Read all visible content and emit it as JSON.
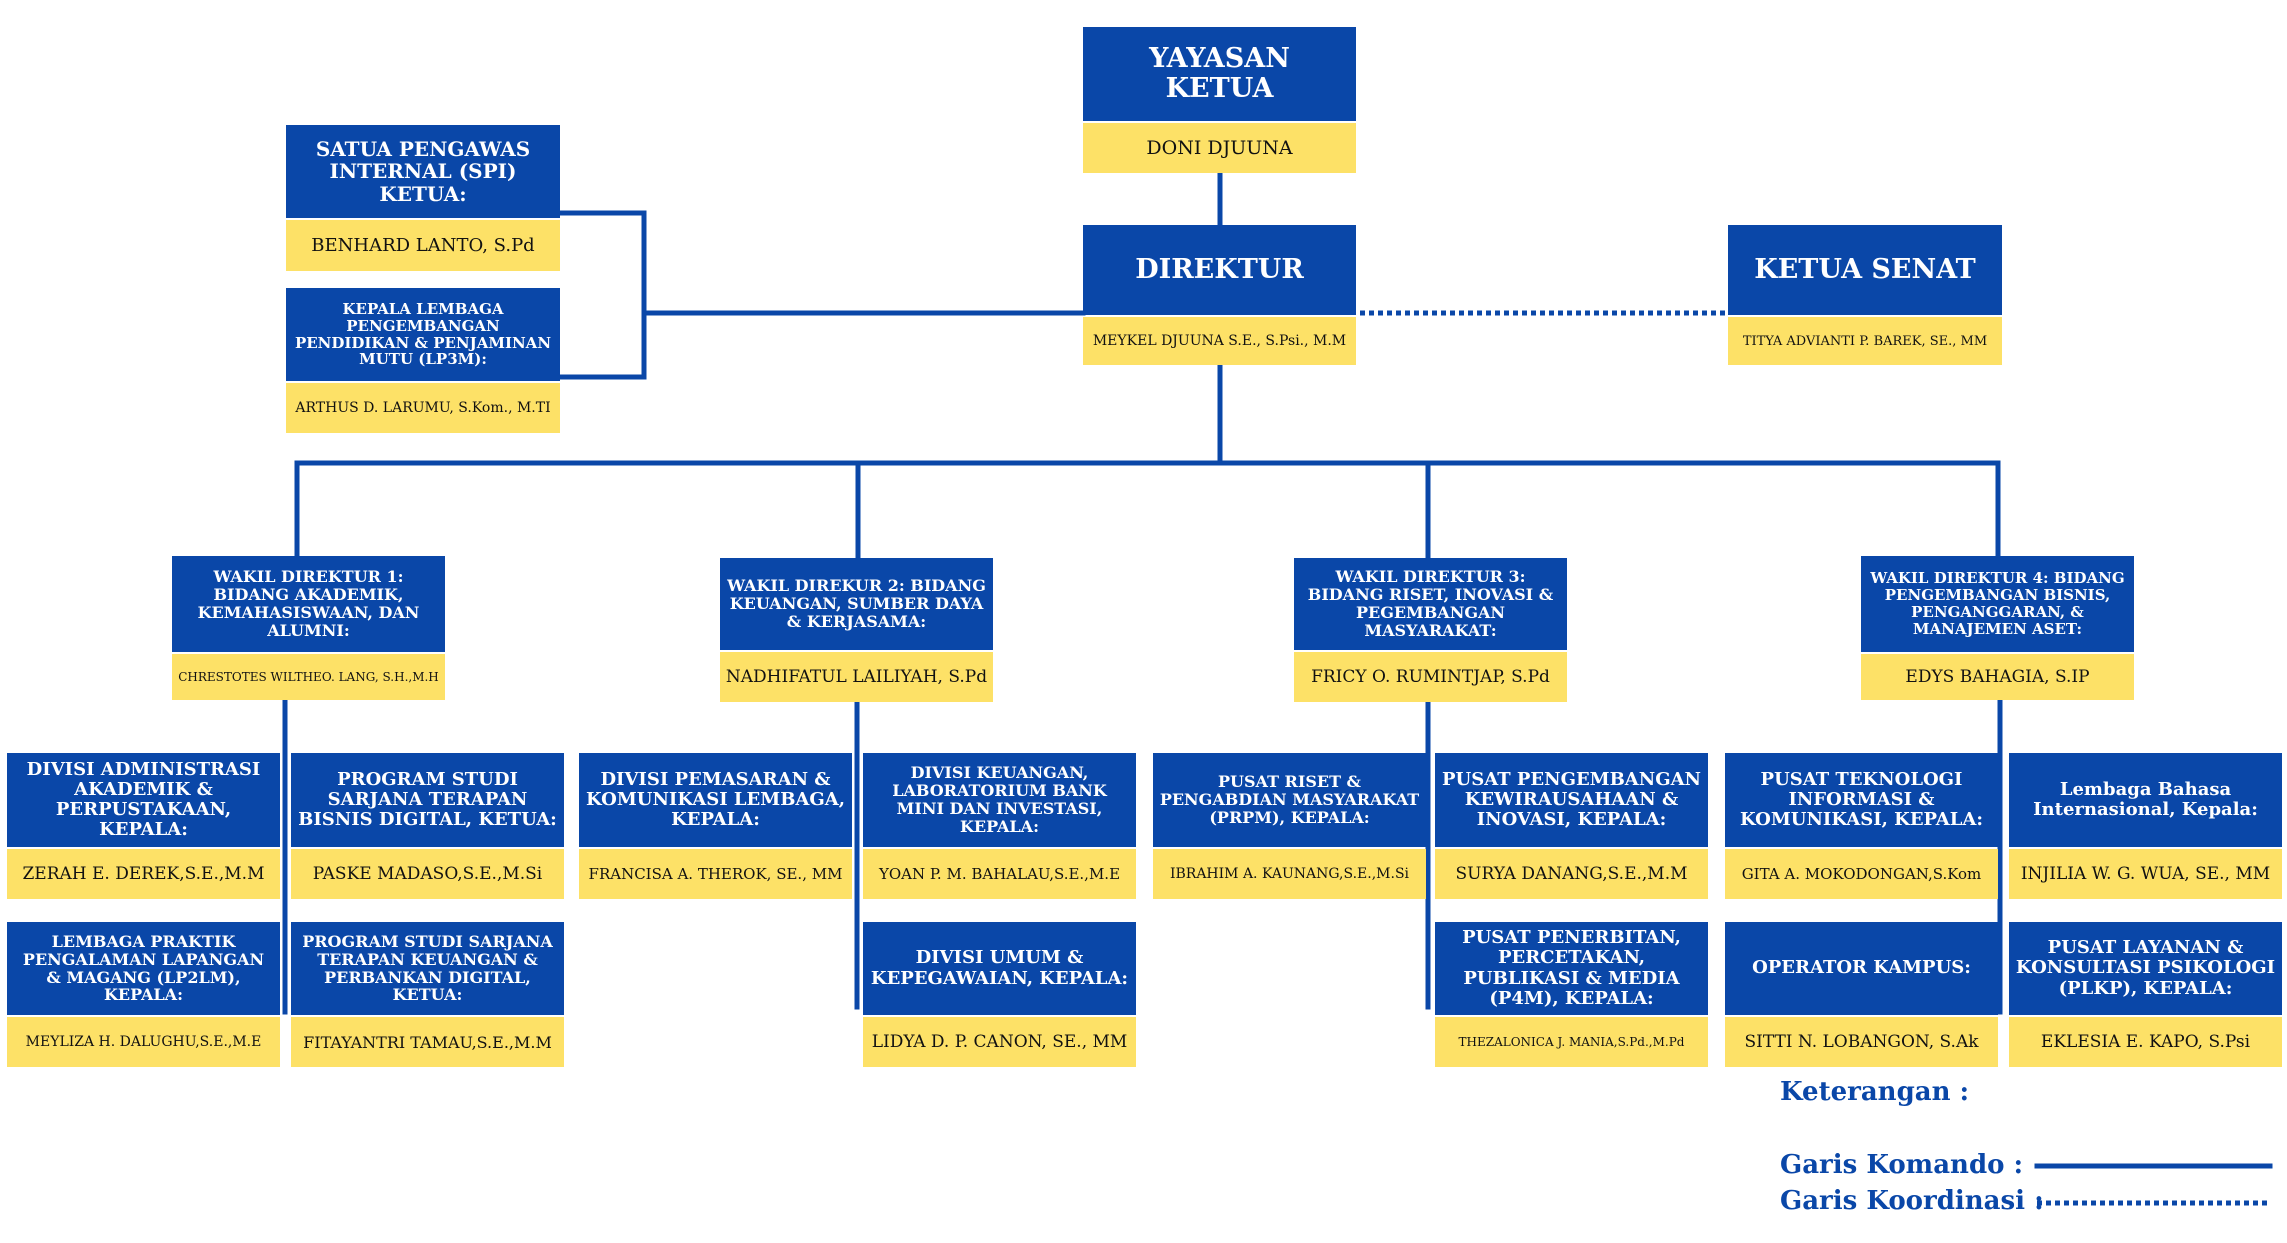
{
  "colors": {
    "blue": "#0a47a8",
    "yellow": "#fde167",
    "line": "#0a47a8",
    "text_on_blue": "#ffffff"
  },
  "boxes": {
    "yayasan": {
      "title": "YAYASAN\nKETUA",
      "name": "DONI DJUUNA"
    },
    "direktur": {
      "title": "DIREKTUR",
      "name": "MEYKEL DJUUNA S.E., S.Psi., M.M"
    },
    "senat": {
      "title": "KETUA SENAT",
      "name": "TITYA ADVIANTI P. BAREK, SE., MM"
    },
    "spi": {
      "title": "SATUA PENGAWAS INTERNAL (SPI) KETUA:",
      "name": "BENHARD LANTO, S.Pd"
    },
    "lp3m": {
      "title": "KEPALA LEMBAGA PENGEMBANGAN PENDIDIKAN & PENJAMINAN MUTU (LP3M):",
      "name": "ARTHUS D. LARUMU, S.Kom., M.TI"
    },
    "wd1": {
      "title": "WAKIL DIREKTUR 1: BIDANG AKADEMIK, KEMAHASISWAAN, DAN ALUMNI:",
      "name": "CHRESTOTES WILTHEO. LANG, S.H.,M.H"
    },
    "wd2": {
      "title": "WAKIL DIREKUR 2: BIDANG KEUANGAN, SUMBER DAYA & KERJASAMA:",
      "name": "NADHIFATUL LAILIYAH, S.Pd"
    },
    "wd3": {
      "title": "WAKIL DIREKTUR 3: BIDANG RISET, INOVASI & PEGEMBANGAN MASYARAKAT:",
      "name": "FRICY O. RUMINTJAP, S.Pd"
    },
    "wd4": {
      "title": "WAKIL DIREKTUR 4: BIDANG PENGEMBANGAN BISNIS, PENGANGGARAN, & MANAJEMEN ASET:",
      "name": "EDYS BAHAGIA, S.IP"
    },
    "daap": {
      "title": "DIVISI ADMINISTRASI AKADEMIK & PERPUSTAKAAN, KEPALA:",
      "name": "ZERAH E. DEREK,S.E.,M.M"
    },
    "psbd": {
      "title": "PROGRAM STUDI SARJANA TERAPAN BISNIS DIGITAL, KETUA:",
      "name": "PASKE MADASO,S.E.,M.Si"
    },
    "lp2lm": {
      "title": "LEMBAGA PRAKTIK PENGALAMAN LAPANGAN & MAGANG (LP2LM), KEPALA:",
      "name": "MEYLIZA H. DALUGHU,S.E.,M.E"
    },
    "pskpd": {
      "title": "PROGRAM STUDI SARJANA TERAPAN KEUANGAN & PERBANKAN DIGITAL, KETUA:",
      "name": "FITAYANTRI TAMAU,S.E.,M.M"
    },
    "dpkl": {
      "title": "DIVISI PEMASARAN & KOMUNIKASI LEMBAGA, KEPALA:",
      "name": "FRANCISA A. THEROK, SE., MM"
    },
    "dklbm": {
      "title": "DIVISI KEUANGAN, LABORATORIUM BANK MINI DAN INVESTASI, KEPALA:",
      "name": "YOAN P. M. BAHALAU,S.E.,M.E"
    },
    "dukep": {
      "title": "DIVISI UMUM & KEPEGAWAIAN, KEPALA:",
      "name": "LIDYA D. P. CANON, SE., MM"
    },
    "prpm": {
      "title": "PUSAT RISET & PENGABDIAN MASYARAKAT (PRPM), KEPALA:",
      "name": "IBRAHIM A. KAUNANG,S.E.,M.Si"
    },
    "ppki": {
      "title": "PUSAT PENGEMBANGAN KEWIRAUSAHAAN & INOVASI, KEPALA:",
      "name": "SURYA DANANG,S.E.,M.M"
    },
    "p4m": {
      "title": "PUSAT PENERBITAN, PERCETAKAN, PUBLIKASI & MEDIA (P4M), KEPALA:",
      "name": "THEZALONICA J. MANIA,S.Pd.,M.Pd"
    },
    "ptik": {
      "title": "PUSAT TEKNOLOGI INFORMASI & KOMUNIKASI, KEPALA:",
      "name": "GITA A. MOKODONGAN,S.Kom"
    },
    "lbi": {
      "title": "Lembaga Bahasa Internasional, Kepala:",
      "name": "INJILIA W. G. WUA, SE., MM"
    },
    "opk": {
      "title": "OPERATOR KAMPUS:",
      "name": "SITTI N. LOBANGON, S.Ak"
    },
    "plkp": {
      "title": "PUSAT LAYANAN & KONSULTASI PSIKOLOGI (PLKP), KEPALA:",
      "name": "EKLESIA E. KAPO, S.Psi"
    }
  },
  "legend": {
    "title": "Keterangan :",
    "komando": "Garis Komando :",
    "koordinasi": "Garis Koordinasi :"
  }
}
